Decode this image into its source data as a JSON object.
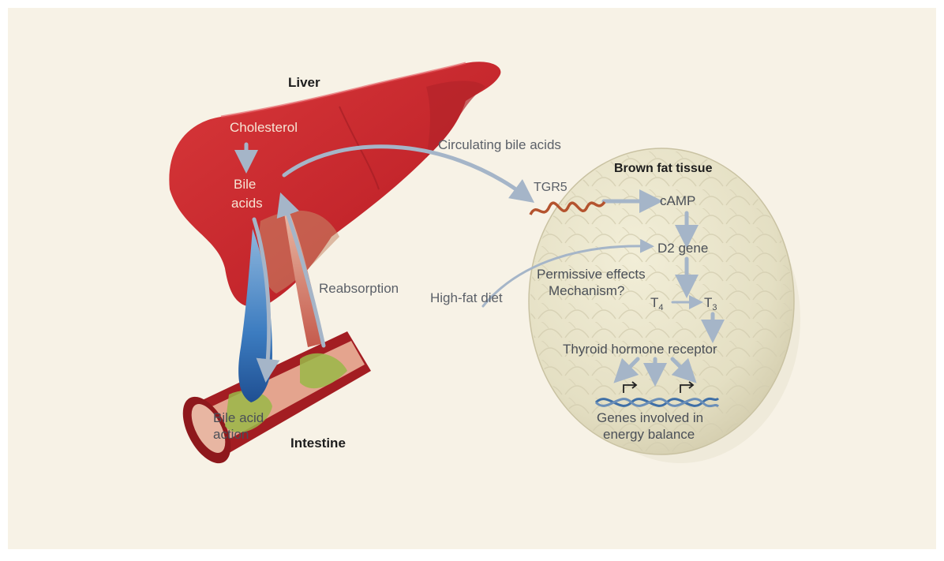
{
  "labels": {
    "liver": "Liver",
    "cholesterol": "Cholesterol",
    "bile_line1": "Bile",
    "bile_line2": "acids",
    "circulating": "Circulating bile acids",
    "reabsorption": "Reabsorption",
    "intestine": "Intestine",
    "bile_action_line1": "Bile acid",
    "bile_action_line2": "action",
    "high_fat_diet": "High-fat diet",
    "brown_fat": "Brown fat tissue",
    "tgr5": "TGR5",
    "camp": "cAMP",
    "d2_gene": "D2 gene",
    "permissive_line1": "Permissive effects",
    "permissive_line2": "Mechanism?",
    "t4_base": "T",
    "t4_sub": "4",
    "t3_base": "T",
    "t3_sub": "3",
    "thyroid_receptor": "Thyroid hormone receptor",
    "genes_line1": "Genes involved in",
    "genes_line2": "energy balance"
  },
  "colors": {
    "background": "#f7f2e6",
    "liver": "#c5282e",
    "liver_dark": "#8d1a1f",
    "intestine": "#a41e22",
    "intestine_inner": "#e8a08c",
    "bile_green": "#9ab848",
    "bile_blue": "#2f6fb6",
    "fat_tissue": "#e6e1c7",
    "arrow": "#9fb0c4",
    "receptor": "#b4532e"
  }
}
